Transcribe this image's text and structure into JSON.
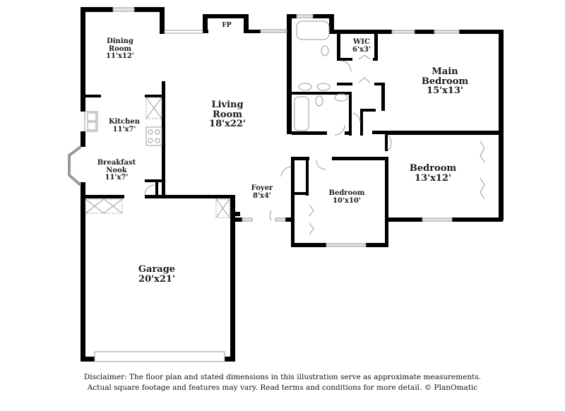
{
  "plan": {
    "rooms": [
      {
        "id": "dining",
        "name_lines": [
          "Dining",
          "Room"
        ],
        "dims": "11'x12'"
      },
      {
        "id": "living",
        "name_lines": [
          "Living",
          "Room"
        ],
        "dims": "18'x22'"
      },
      {
        "id": "kitchen",
        "name_lines": [
          "Kitchen"
        ],
        "dims": "11'x7'"
      },
      {
        "id": "breakfast",
        "name_lines": [
          "Breakfast",
          "Nook"
        ],
        "dims": "11'x7'"
      },
      {
        "id": "wic",
        "name_lines": [
          "WIC"
        ],
        "dims": "6'x3'"
      },
      {
        "id": "main_bedroom",
        "name_lines": [
          "Main",
          "Bedroom"
        ],
        "dims": "15'x13'"
      },
      {
        "id": "bedroom2",
        "name_lines": [
          "Bedroom"
        ],
        "dims": "13'x12'"
      },
      {
        "id": "bedroom3",
        "name_lines": [
          "Bedroom"
        ],
        "dims": "10'x10'"
      },
      {
        "id": "foyer",
        "name_lines": [
          "Foyer"
        ],
        "dims": "8'x4'"
      },
      {
        "id": "garage",
        "name_lines": [
          "Garage"
        ],
        "dims": "20'x21'"
      }
    ],
    "fireplace_label": "FP"
  },
  "disclaimer": {
    "line1": "Disclaimer: The floor plan and stated dimensions in this illustration serve as approximate measurements.",
    "line2": "Actual square footage and features may vary. Read terms and conditions for more detail. © PlanOmatic"
  }
}
